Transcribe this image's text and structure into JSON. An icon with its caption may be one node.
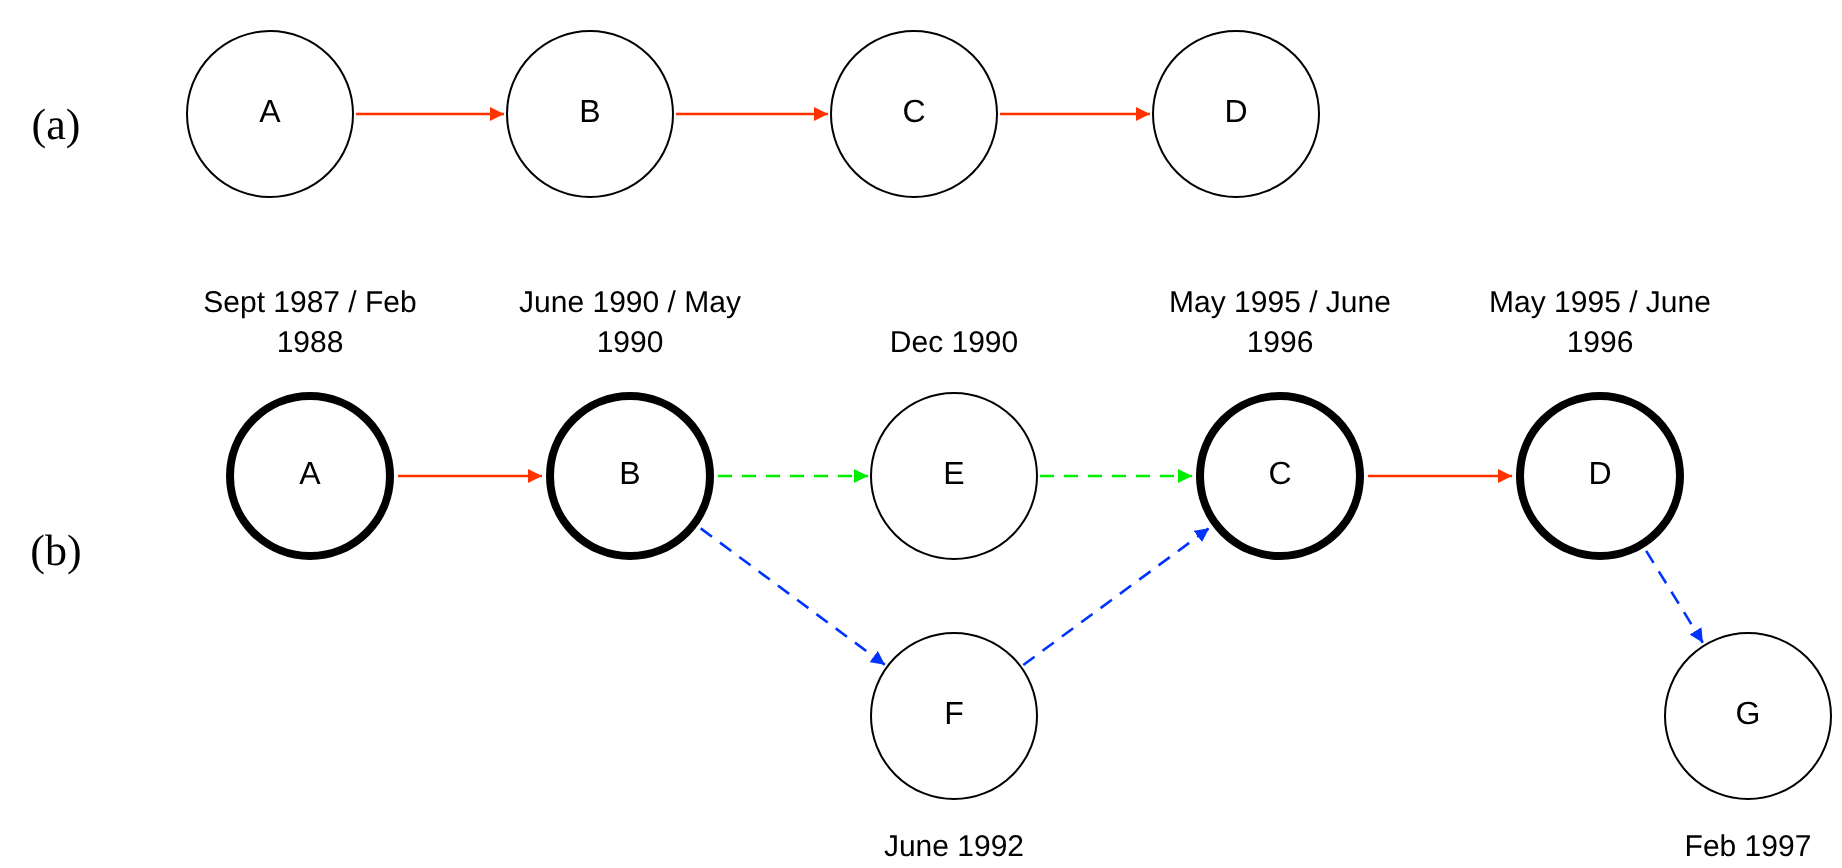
{
  "diagram": {
    "nodes": [
      {
        "text": [
          "A"
        ]
      },
      {
        "text": [
          "B"
        ]
      },
      {
        "text": [
          "C"
        ]
      },
      {
        "text": [
          "D"
        ]
      },
      {
        "text": [
          "A"
        ],
        "beside": [
          "Sept 1987 / Feb 1988"
        ]
      },
      {
        "text": [
          "B"
        ],
        "beside": [
          "June 1990 / May 1990"
        ]
      },
      {
        "text": [
          "E"
        ],
        "beside": [
          "Dec 1990"
        ]
      },
      {
        "text": [
          "C"
        ],
        "beside": [
          "May 1995 / June 1996"
        ]
      },
      {
        "text": [
          "D"
        ],
        "beside": [
          "May 1995 / June 1996"
        ]
      },
      {
        "text": [
          "F"
        ],
        "beside": [
          "June 1992"
        ]
      },
      {
        "text": [
          "G"
        ],
        "beside": [
          "Feb 1997"
        ]
      }
    ],
    "edges": [
      {
        "from": 0,
        "to": 1,
        "arrow": "to"
      },
      {
        "from": 1,
        "to": 2,
        "arrow": "to"
      },
      {
        "from": 2,
        "to": 3,
        "arrow": "to"
      },
      {
        "from": 4,
        "to": 5,
        "arrow": "to"
      },
      {
        "from": 5,
        "to": 6,
        "arrow": "to",
        "style": "dashed",
        "color": "#00ee00"
      },
      {
        "from": 6,
        "to": 7,
        "arrow": "to",
        "style": "dashed",
        "color": "#00ee00"
      },
      {
        "from": 7,
        "to": 8,
        "arrow": "to"
      },
      {
        "from": 5,
        "to": 9,
        "arrow": "to",
        "style": "dashed",
        "color": "#0033ff"
      },
      {
        "from": 9,
        "to": 7,
        "arrow": "to",
        "style": "dashed",
        "color": "#0033ff"
      },
      {
        "from": 8,
        "to": 10,
        "arrow": "to",
        "style": "dashed",
        "color": "#0033ff"
      }
    ],
    "labels": [
      "(a)",
      "(b)"
    ]
  }
}
